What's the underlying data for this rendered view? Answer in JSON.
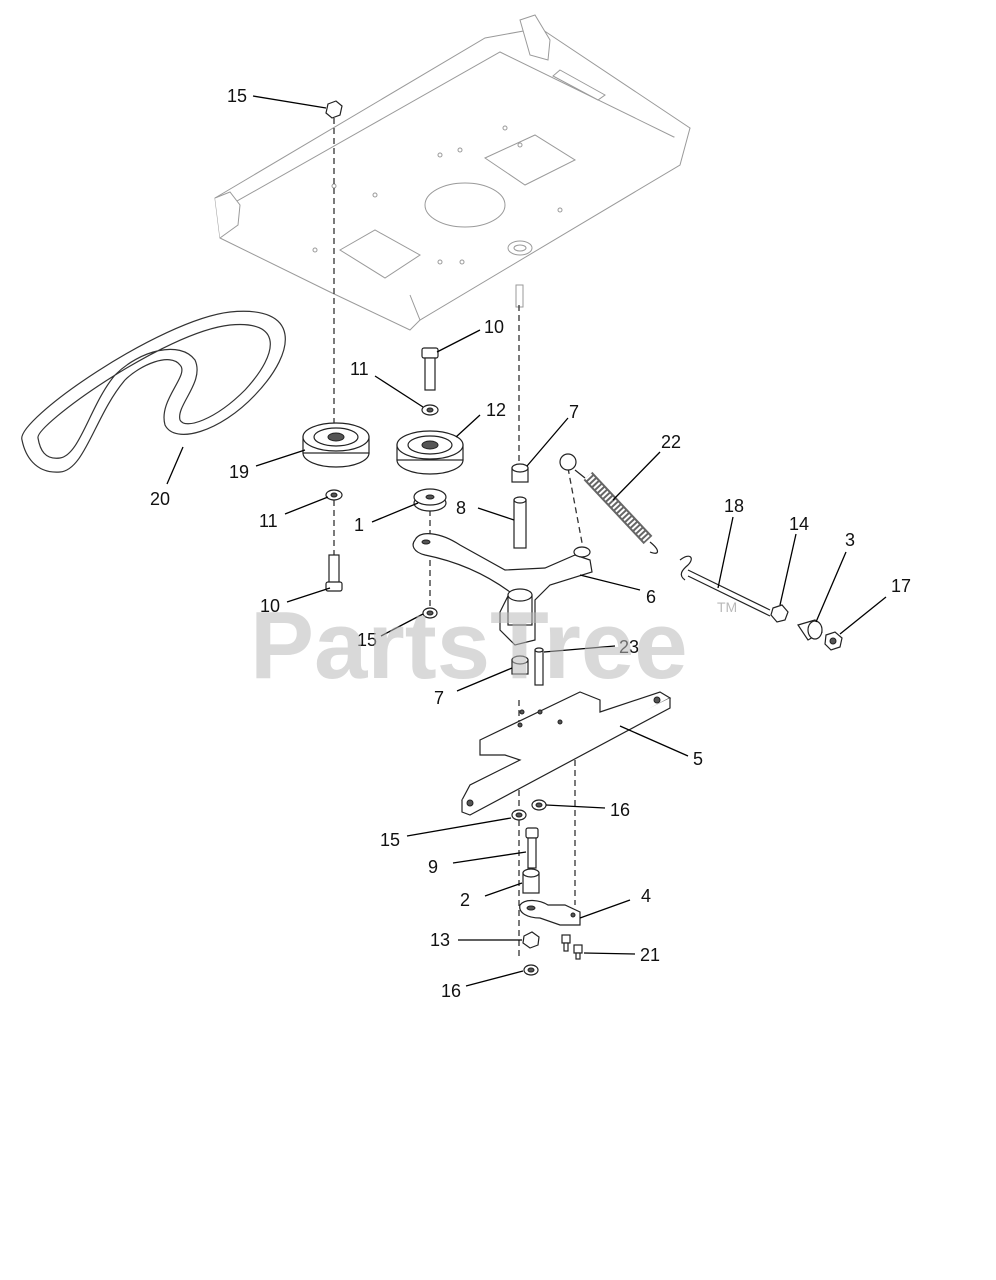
{
  "watermark": {
    "text": "PartsTree",
    "tm": "TM"
  },
  "callouts": [
    {
      "id": "c15a",
      "label": "15"
    },
    {
      "id": "c10a",
      "label": "10"
    },
    {
      "id": "c11a",
      "label": "11"
    },
    {
      "id": "c12",
      "label": "12"
    },
    {
      "id": "c7a",
      "label": "7"
    },
    {
      "id": "c22",
      "label": "22"
    },
    {
      "id": "c19",
      "label": "19"
    },
    {
      "id": "c20",
      "label": "20"
    },
    {
      "id": "c11b",
      "label": "11"
    },
    {
      "id": "c1",
      "label": "1"
    },
    {
      "id": "c8",
      "label": "8"
    },
    {
      "id": "c18",
      "label": "18"
    },
    {
      "id": "c14",
      "label": "14"
    },
    {
      "id": "c3",
      "label": "3"
    },
    {
      "id": "c17",
      "label": "17"
    },
    {
      "id": "c6",
      "label": "6"
    },
    {
      "id": "c10b",
      "label": "10"
    },
    {
      "id": "c15b",
      "label": "15"
    },
    {
      "id": "c23",
      "label": "23"
    },
    {
      "id": "c7b",
      "label": "7"
    },
    {
      "id": "c5",
      "label": "5"
    },
    {
      "id": "c16a",
      "label": "16"
    },
    {
      "id": "c15c",
      "label": "15"
    },
    {
      "id": "c9",
      "label": "9"
    },
    {
      "id": "c2",
      "label": "2"
    },
    {
      "id": "c4",
      "label": "4"
    },
    {
      "id": "c13",
      "label": "13"
    },
    {
      "id": "c21",
      "label": "21"
    },
    {
      "id": "c16b",
      "label": "16"
    }
  ]
}
